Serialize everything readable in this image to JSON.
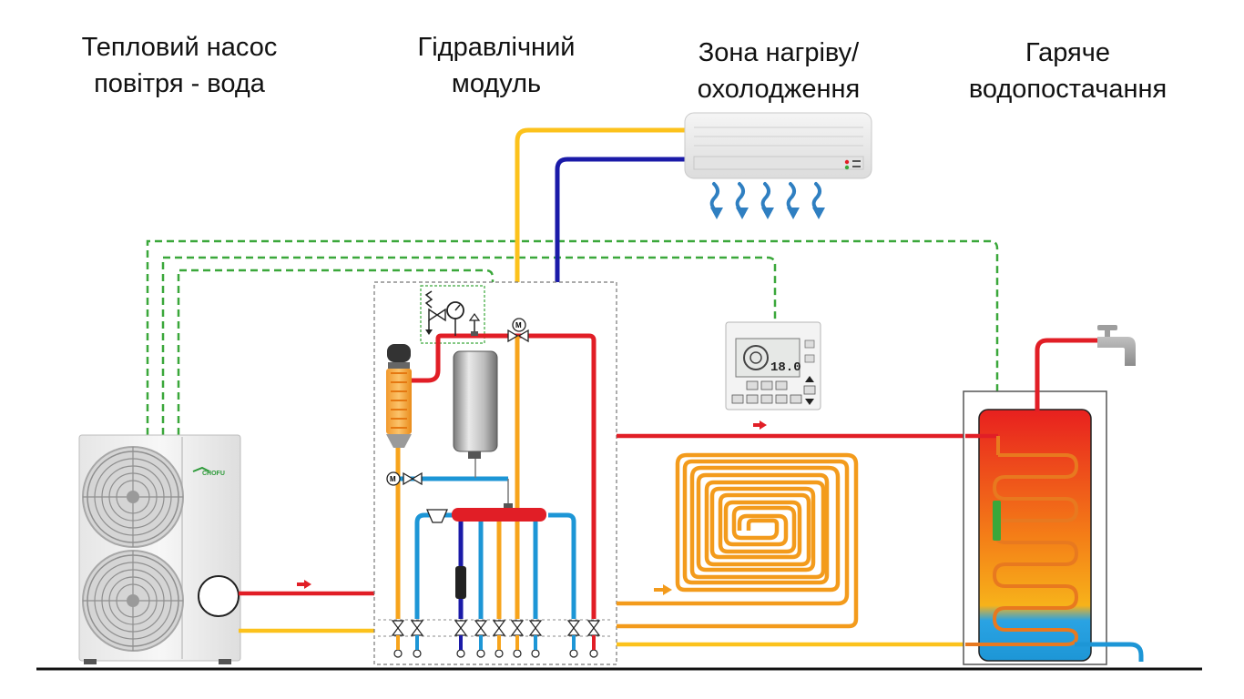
{
  "captions": {
    "heat_pump": [
      "Тепловий насос",
      "повітря - вода"
    ],
    "hydraulic_module": [
      "Гідравлічний",
      "модуль"
    ],
    "zone": [
      "Зона нагріву/",
      "охолодження"
    ],
    "hot_water": [
      "Гаряче",
      "водопостачання"
    ]
  },
  "labels": {
    "brand": "CHOFU",
    "motor": "M",
    "controller_temp": "18.0"
  },
  "colors": {
    "hot": "#e11e26",
    "warm": "#f7ad16",
    "return_yellow": "#fcc21c",
    "cold": "#1d96d6",
    "dark_blue": "#1a1aa8",
    "signal": "#3aa73a",
    "floor_orange": "#f39b1c"
  },
  "icons": [
    "fan-icon",
    "valve-icon",
    "pressure-gauge-icon",
    "motor-valve-icon",
    "faucet-icon",
    "air-flow-arrow-icon"
  ]
}
